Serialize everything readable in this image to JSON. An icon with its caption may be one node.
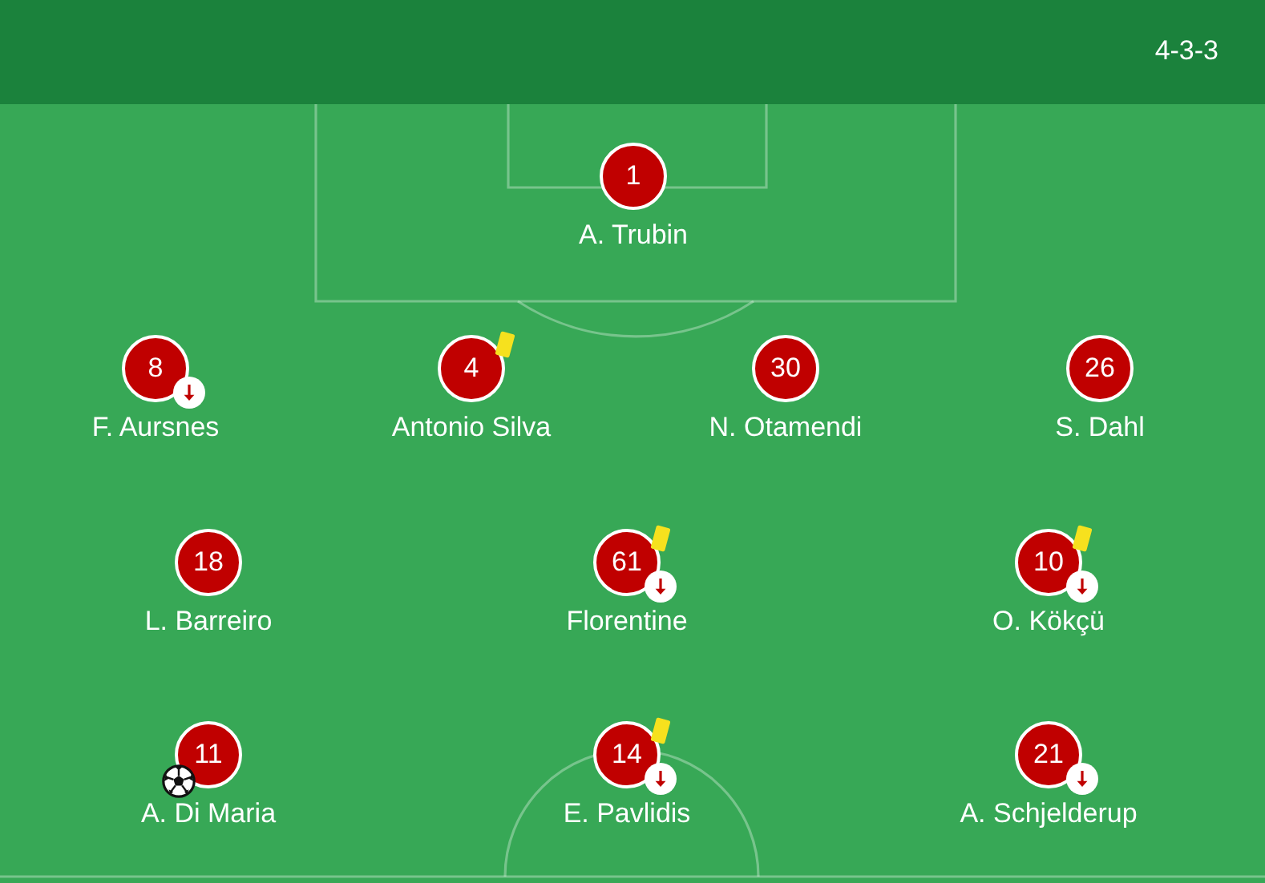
{
  "diagram": {
    "nodes": [
      {
        "text": [
          "1",
          "A. Trubin"
        ]
      },
      {
        "text": [
          "8",
          "F. Aursnes"
        ]
      },
      {
        "text": [
          "4",
          "Antonio Silva"
        ]
      },
      {
        "text": [
          "30",
          "N. Otamendi"
        ]
      },
      {
        "text": [
          "26",
          "S. Dahl"
        ]
      },
      {
        "text": [
          "18",
          "L. Barreiro"
        ]
      },
      {
        "text": [
          "61",
          "Florentine"
        ]
      },
      {
        "text": [
          "10",
          "O. Kökçü"
        ]
      },
      {
        "text": [
          "11",
          "A. Di Maria"
        ]
      },
      {
        "text": [
          "14",
          "E. Pavlidis"
        ]
      },
      {
        "text": [
          "21",
          "A. Schjelderup"
        ]
      }
    ],
    "edges": [],
    "labels": [
      "4-3-3"
    ]
  }
}
